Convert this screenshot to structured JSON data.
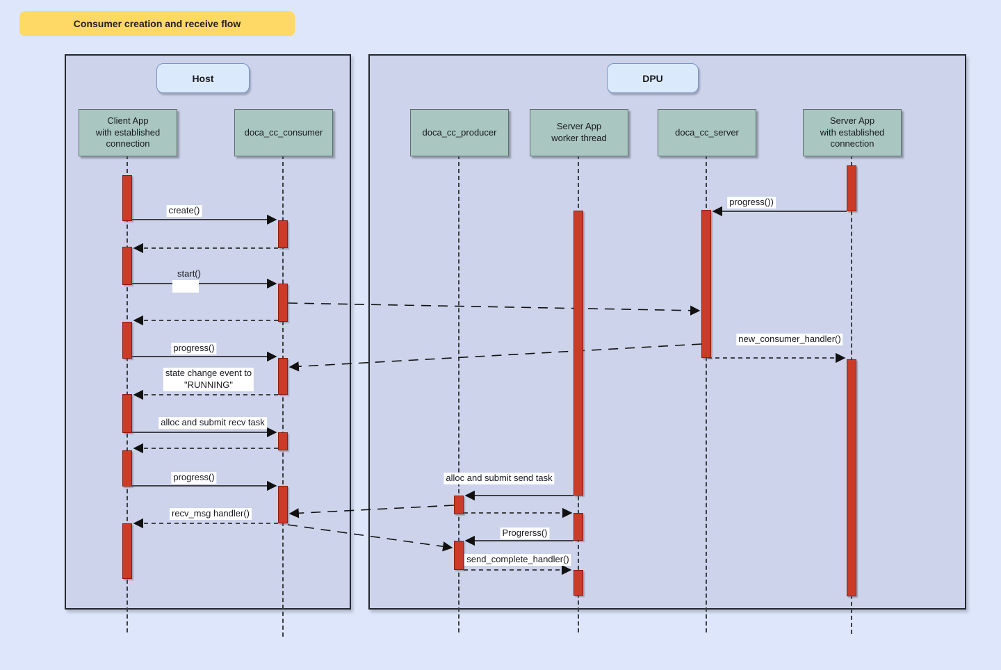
{
  "title": "Consumer creation and receive flow",
  "colors": {
    "page_bg": "#dee6fb",
    "frame_bg": "#ccd3ea",
    "title_bg": "#ffd966",
    "group_label_bg": "#dbe9fc",
    "group_label_border": "#7a93c4",
    "participant_bg": "#a9c6c0",
    "participant_border": "#5f6f6d",
    "activation_fill": "#cc3b28",
    "activation_border": "#8c1a10",
    "line_color": "#111111"
  },
  "groups": {
    "host": "Host",
    "dpu": "DPU"
  },
  "participants": {
    "client": "Client App\nwith established\nconnection",
    "consumer": "doca_cc_consumer",
    "producer": "doca_cc_producer",
    "worker": "Server App\nworker thread",
    "server": "doca_cc_server",
    "server_app": "Server App\nwith established\nconnection"
  },
  "messages": {
    "create": "create()",
    "start": "start()",
    "progress_1": "progress()",
    "state_change": "state change event to\n\"RUNNING\"",
    "alloc_recv": "alloc and submit recv task",
    "progress_2": "progress()",
    "recv_msg": "recv_msg handler()",
    "alloc_send": "alloc and submit send task",
    "progrerss": "Progrerss()",
    "send_complete": "send_complete_handler()",
    "progress_dpu": "progress())",
    "new_consumer": "new_consumer_handler()"
  }
}
